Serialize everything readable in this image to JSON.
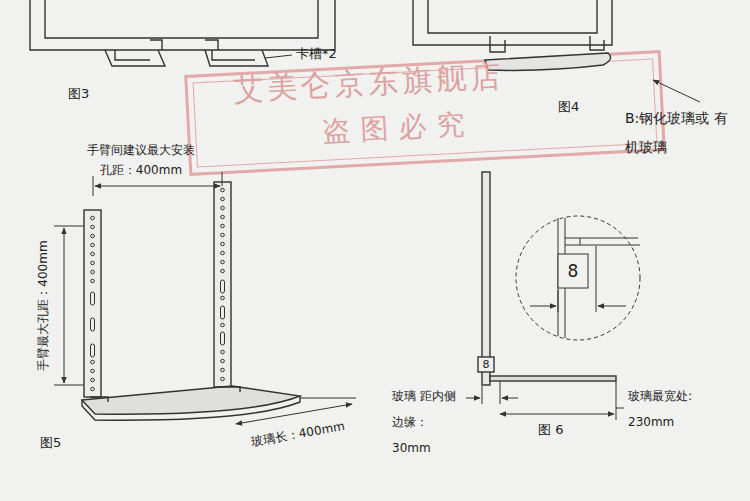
{
  "diagram": {
    "labels": [
      "卡槽*2",
      "图3",
      "图4",
      "B:钢化玻璃或 有机玻璃",
      "艾美仑京东旗舰店",
      "盗图必究",
      "手臂间建议最大安装 孔距：400mm",
      "手臂最大孔距：400mm",
      "玻璃长：400mm",
      "图5",
      "8",
      "8",
      "玻璃 距内侧 边缘：30mm",
      "图 6",
      "玻璃最宽处: 230mm"
    ]
  }
}
